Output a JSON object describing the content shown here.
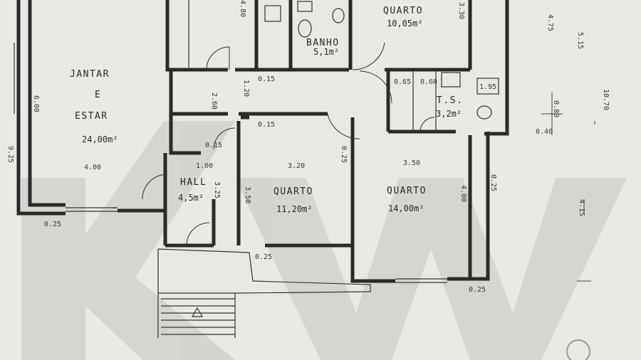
{
  "rooms": {
    "jantar_estar": {
      "line1": "JANTAR",
      "line2": "E",
      "line3": "ESTAR",
      "area": "24,00m²"
    },
    "quarto_top": {
      "name": "QUARTO",
      "area": "10,05m²"
    },
    "banho": {
      "name": "BANHO",
      "area": "5,1m²"
    },
    "ts": {
      "name": "T.S.",
      "area": "3,2m²"
    },
    "hall": {
      "name": "HALL",
      "area": "4,5m²"
    },
    "quarto_mid": {
      "name": "QUARTO",
      "area": "11,20m²"
    },
    "quarto_right": {
      "name": "QUARTO",
      "area": "14,00m²"
    }
  },
  "dimensions": {
    "d_600": "6.00",
    "d_400": "4.00",
    "d_025a": "0.25",
    "d_025b": "0.25",
    "d_025c": "0.25",
    "d_025d": "0.25",
    "d_025e": "0.25",
    "d_015a": "0.15",
    "d_015b": "0.15",
    "d_015c": "0.15",
    "d_100": "1.00",
    "d_320": "3.20",
    "d_350": "3.50",
    "d_350v": "3.50",
    "d_400v": "4.00",
    "d_260": "2.60",
    "d_120": "1.20",
    "d_065": "0.65",
    "d_060": "0.60",
    "d_195": "1.95",
    "d_080": "0.80",
    "d_040": "0.40",
    "d_1070": "10.70",
    "d_515": "5.15",
    "d_475": "4.75",
    "d_415": "4.15",
    "d_925": "9.25",
    "d_330": "3.30",
    "d_480": "4.80",
    "d_325": "3.25"
  },
  "watermark": {
    "letters": "KW"
  }
}
